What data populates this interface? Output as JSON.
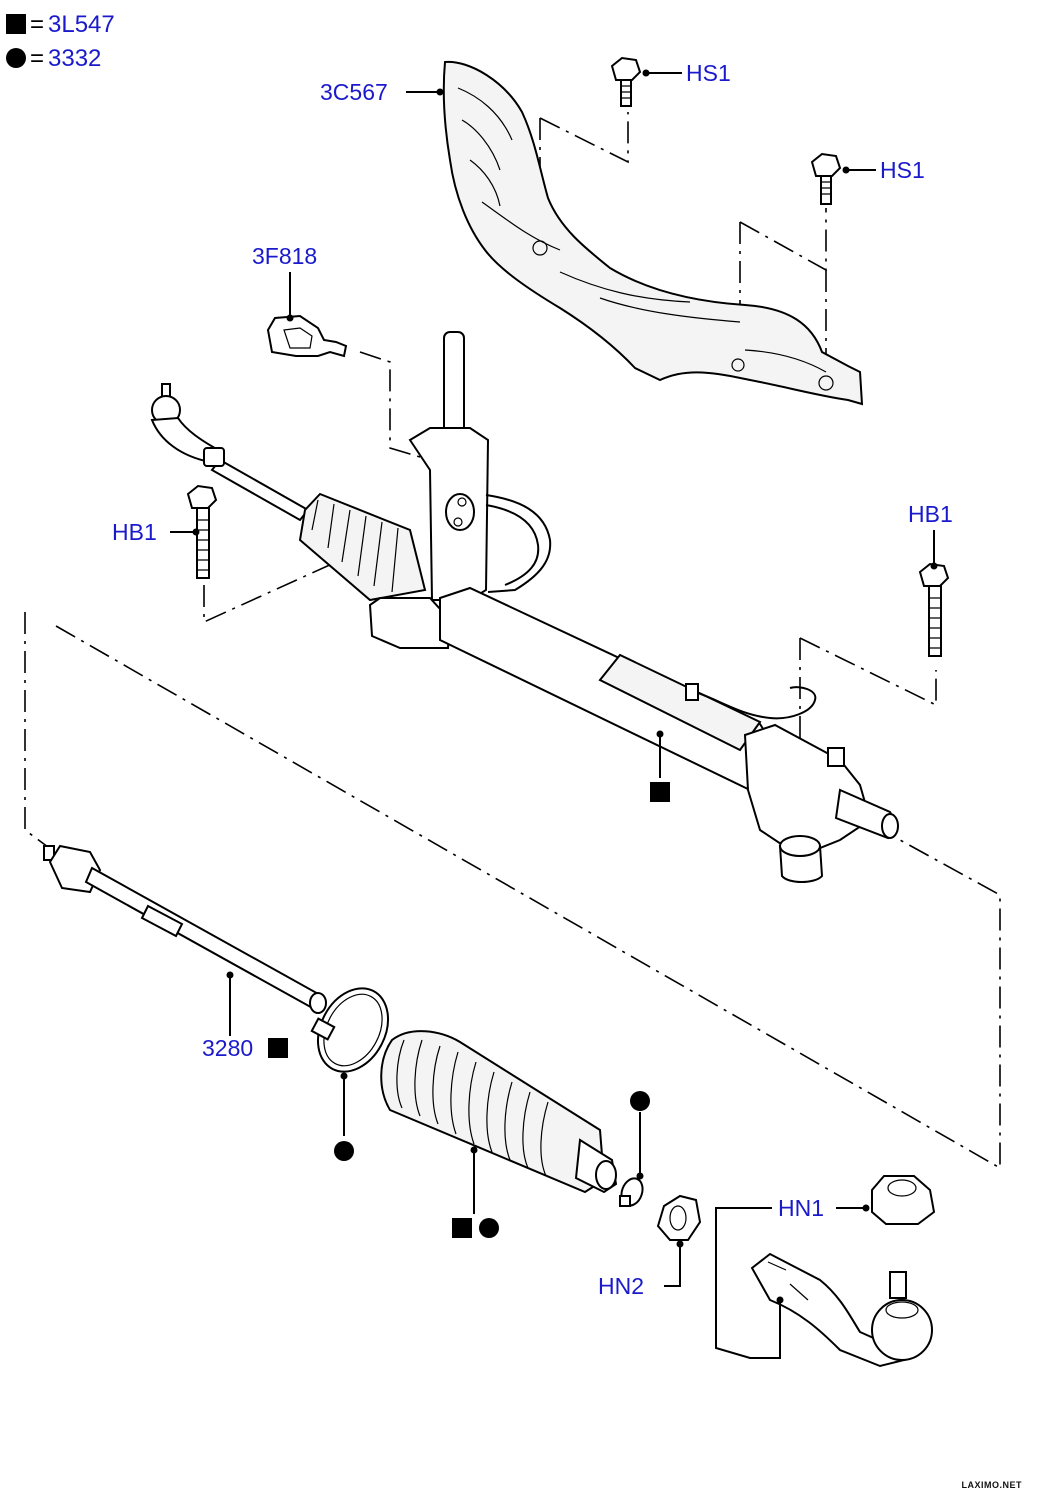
{
  "legend": {
    "square_code": "3L547",
    "circle_code": "3332",
    "equals": "="
  },
  "callouts": {
    "c_3c567": "3C567",
    "c_hs1_a": "HS1",
    "c_hs1_b": "HS1",
    "c_3f818": "3F818",
    "c_hb1_left": "HB1",
    "c_hb1_right": "HB1",
    "c_3280": "3280",
    "c_hn1": "HN1",
    "c_hn2": "HN2"
  },
  "colors": {
    "label": "#1a1acc",
    "line": "#000000"
  },
  "watermark": "LAXIMO.NET"
}
